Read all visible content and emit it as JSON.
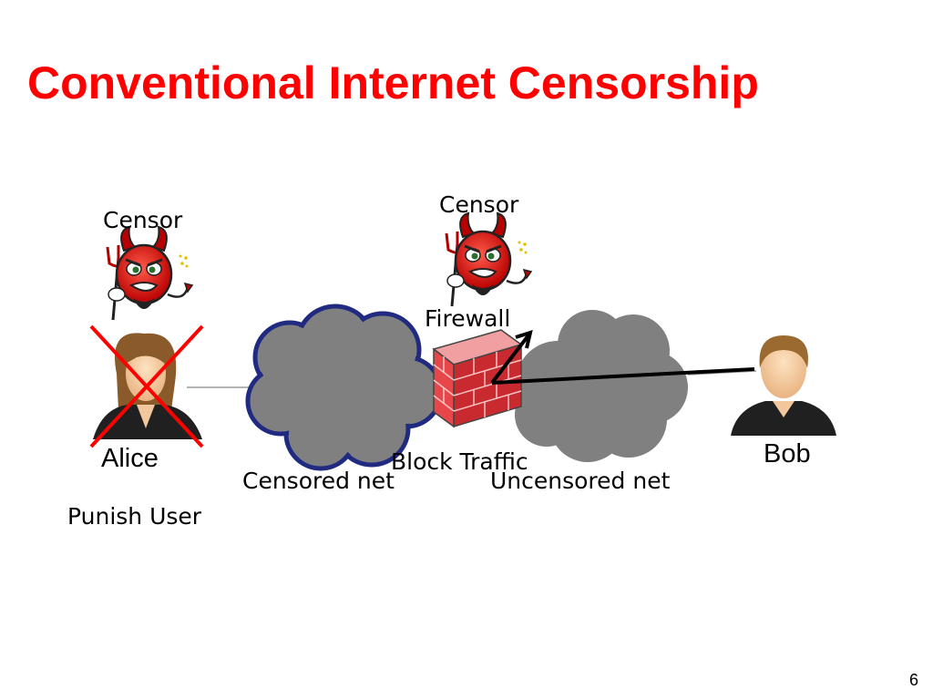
{
  "slide": {
    "title": "Conventional Internet Censorship",
    "page_number": "6"
  },
  "diagram": {
    "censor_left_label": "Censor",
    "censor_mid_label": "Censor",
    "firewall_label": "Firewall",
    "alice_label": "Alice",
    "bob_label": "Bob",
    "block_traffic_label": "Block Traffic",
    "censored_net_label": "Censored net",
    "uncensored_net_label": "Uncensored net",
    "punish_user_label": "Punish User"
  },
  "colors": {
    "title": "#ff0000",
    "cloud_fill": "#808080",
    "censored_cloud_border": "#1f2a80",
    "firewall_brick": "#e8474a",
    "cross": "#ff0000",
    "devil": "#e02020"
  },
  "icons": [
    "devil-censor-icon",
    "alice-person-icon",
    "bob-person-icon",
    "firewall-icon",
    "cloud-icon",
    "red-x-icon"
  ]
}
